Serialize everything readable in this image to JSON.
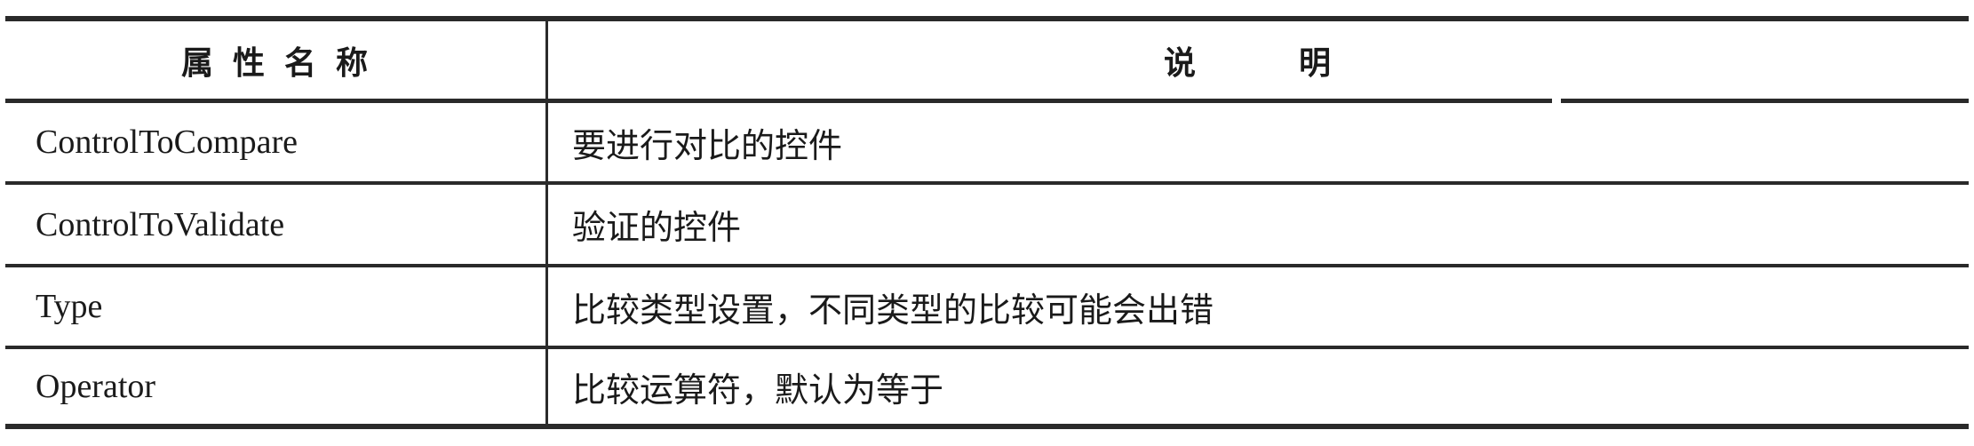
{
  "table": {
    "headers": [
      "属性名称",
      "说　明"
    ],
    "rows": [
      {
        "name": "ControlToCompare",
        "desc": "要进行对比的控件"
      },
      {
        "name": "ControlToValidate",
        "desc": "验证的控件"
      },
      {
        "name": "Type",
        "desc": "比较类型设置，不同类型的比较可能会出错"
      },
      {
        "name": "Operator",
        "desc": "比较运算符，默认为等于"
      }
    ]
  }
}
